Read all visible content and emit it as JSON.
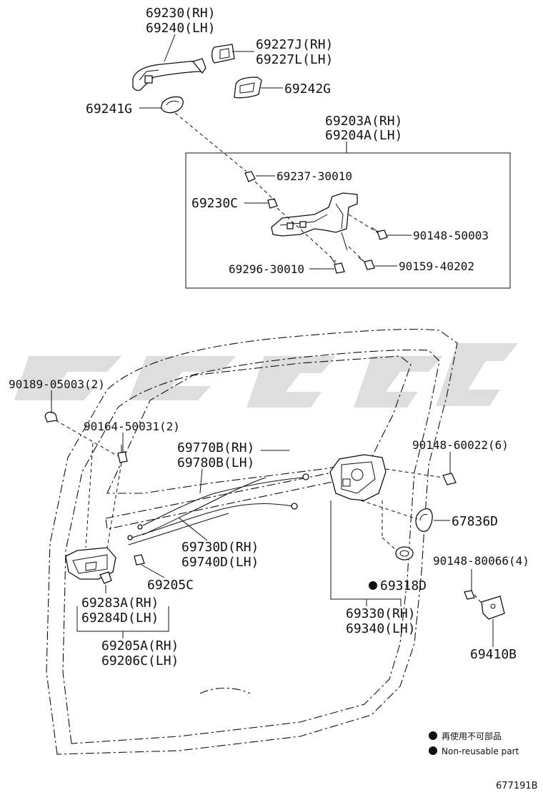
{
  "labels": {
    "p69230": "69230(RH)",
    "p69240": "69240(LH)",
    "p69227J": "69227J(RH)",
    "p69227L": "69227L(LH)",
    "p69242G": "69242G",
    "p69241G": "69241G",
    "p69203A": "69203A(RH)",
    "p69204A": "69204A(LH)",
    "p69237": "69237-30010",
    "p69230C": "69230C",
    "p90148_50003": "90148-50003",
    "p69296": "69296-30010",
    "p90159": "90159-40202",
    "p90189": "90189-05003(2)",
    "p90164": "90164-50031(2)",
    "p69770B": "69770B(RH)",
    "p69780B": "69780B(LH)",
    "p90148_60022": "90148-60022(6)",
    "p67836D": "67836D",
    "p69730D": "69730D(RH)",
    "p69740D": "69740D(LH)",
    "p69205C": "69205C",
    "p69318D": "69318D",
    "p90148_80066": "90148-80066(4)",
    "p69283A": "69283A(RH)",
    "p69284D": "69284D(LH)",
    "p69330": "69330(RH)",
    "p69340": "69340(LH)",
    "p69410B": "69410B",
    "p69205A": "69205A(RH)",
    "p69206C": "69206C(LH)"
  },
  "legend": {
    "cn": "再使用不可部品",
    "en": "Non-reusable part",
    "marker_color": "#111111"
  },
  "figure_id": "677191B",
  "colors": {
    "line": "#111111",
    "watermark": "#d3d3d3",
    "background": "#ffffff"
  }
}
